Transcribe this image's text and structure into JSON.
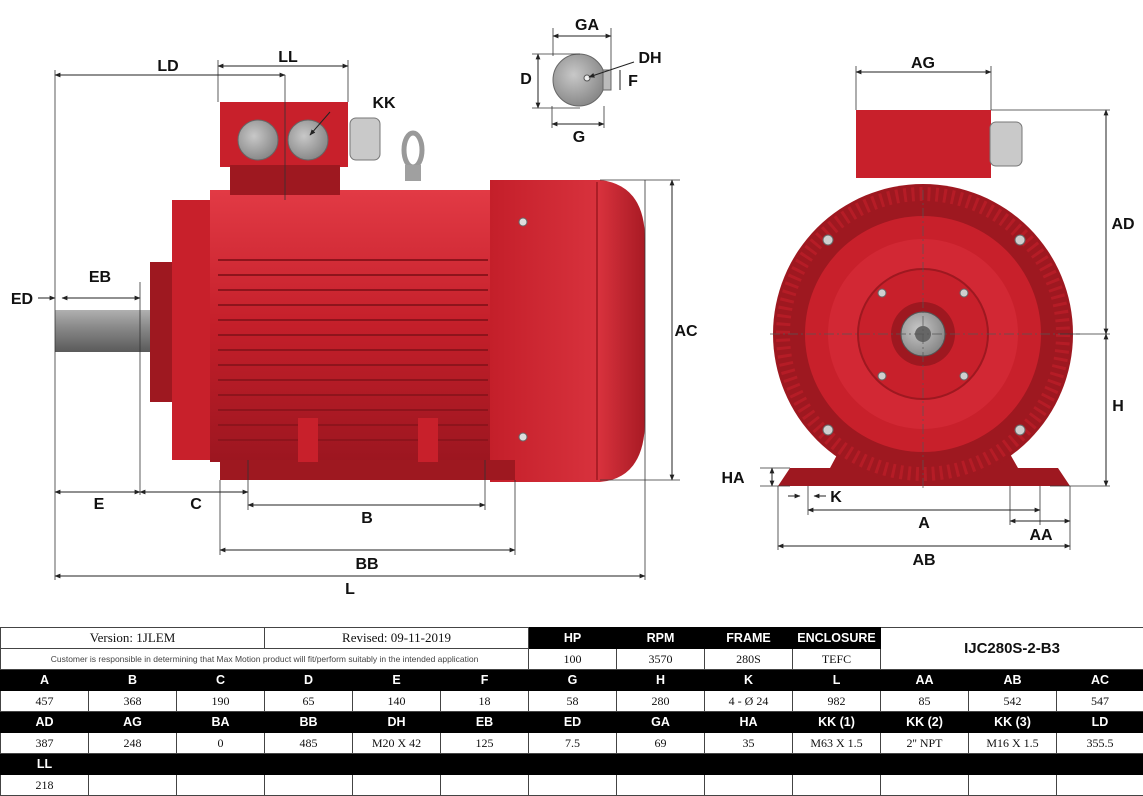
{
  "drawing": {
    "labels": {
      "ld": "LD",
      "ll": "LL",
      "kk": "KK",
      "eb": "EB",
      "ed": "ED",
      "e": "E",
      "c": "C",
      "b": "B",
      "bb": "BB",
      "l": "L",
      "ac": "AC",
      "ga": "GA",
      "dh": "DH",
      "d": "D",
      "f": "F",
      "g": "G",
      "ag": "AG",
      "ad": "AD",
      "h": "H",
      "ha": "HA",
      "k": "K",
      "a": "A",
      "aa": "AA",
      "ab": "AB"
    }
  },
  "info": {
    "version": "Version: 1JLEM",
    "revised": "Revised: 09-11-2019",
    "disclaimer": "Customer is responsible in determining that Max Motion product will fit/perform suitably in the intended application",
    "model": "IJC280S-2-B3"
  },
  "summary": {
    "headers": [
      "HP",
      "RPM",
      "FRAME",
      "ENCLOSURE"
    ],
    "values": [
      "100",
      "3570",
      "280S",
      "TEFC"
    ]
  },
  "dims": {
    "row1": {
      "headers": [
        "A",
        "B",
        "C",
        "D",
        "E",
        "F",
        "G",
        "H",
        "K",
        "L",
        "AA",
        "AB",
        "AC"
      ],
      "values": [
        "457",
        "368",
        "190",
        "65",
        "140",
        "18",
        "58",
        "280",
        "4 - Ø 24",
        "982",
        "85",
        "542",
        "547"
      ]
    },
    "row2": {
      "headers": [
        "AD",
        "AG",
        "BA",
        "BB",
        "DH",
        "EB",
        "ED",
        "GA",
        "HA",
        "KK (1)",
        "KK (2)",
        "KK (3)",
        "LD"
      ],
      "values": [
        "387",
        "248",
        "0",
        "485",
        "M20 X 42",
        "125",
        "7.5",
        "69",
        "35",
        "M63 X 1.5",
        "2'' NPT",
        "M16 X 1.5",
        "355.5"
      ]
    },
    "row3": {
      "headers": [
        "LL"
      ],
      "values": [
        "218"
      ]
    }
  }
}
